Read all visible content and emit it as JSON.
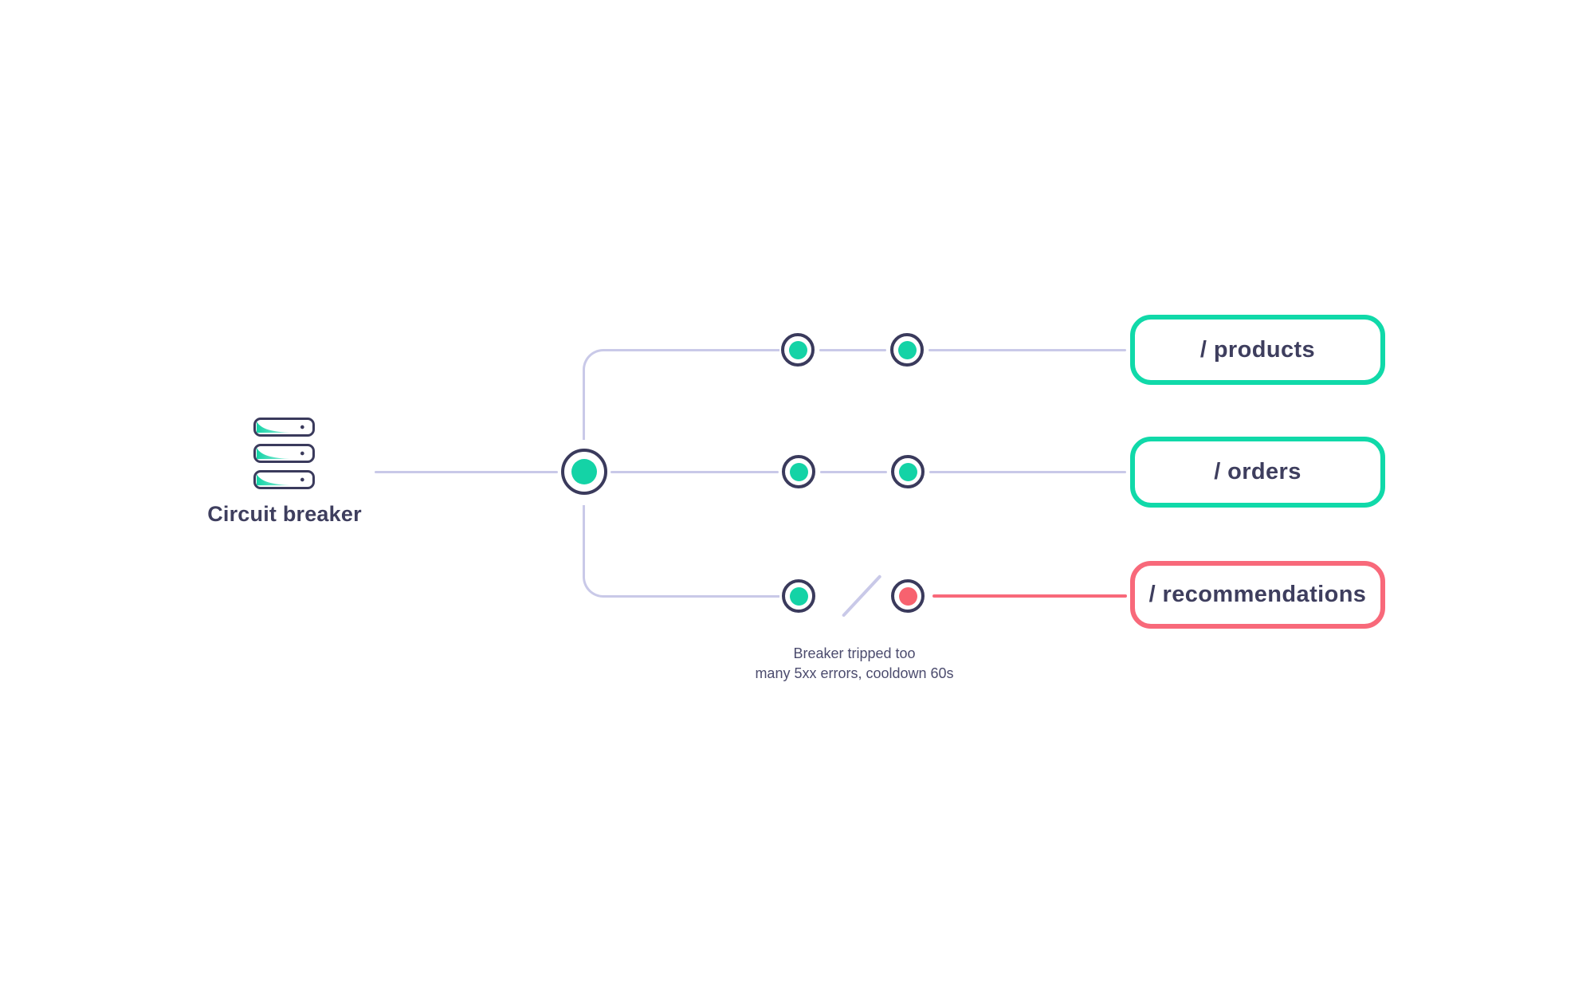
{
  "source": {
    "label": "Circuit breaker",
    "icon": "server-stack-icon"
  },
  "branches": [
    {
      "endpoint_label": "/ products",
      "state": "healthy"
    },
    {
      "endpoint_label": "/ orders",
      "state": "healthy"
    },
    {
      "endpoint_label": "/ recommendations",
      "state": "tripped"
    }
  ],
  "annotation": {
    "line1": "Breaker tripped too",
    "line2": "many 5xx errors, cooldown 60s"
  },
  "colors": {
    "green": "#14d3a6",
    "green-accent": "#10d9a9",
    "red": "#f7626f",
    "red-accent": "#f8697a",
    "navy": "#3a3a5c",
    "lavender": "#c9c9e8",
    "text-dark": "#3e3e5e",
    "text-muted": "#4c4c6e"
  }
}
